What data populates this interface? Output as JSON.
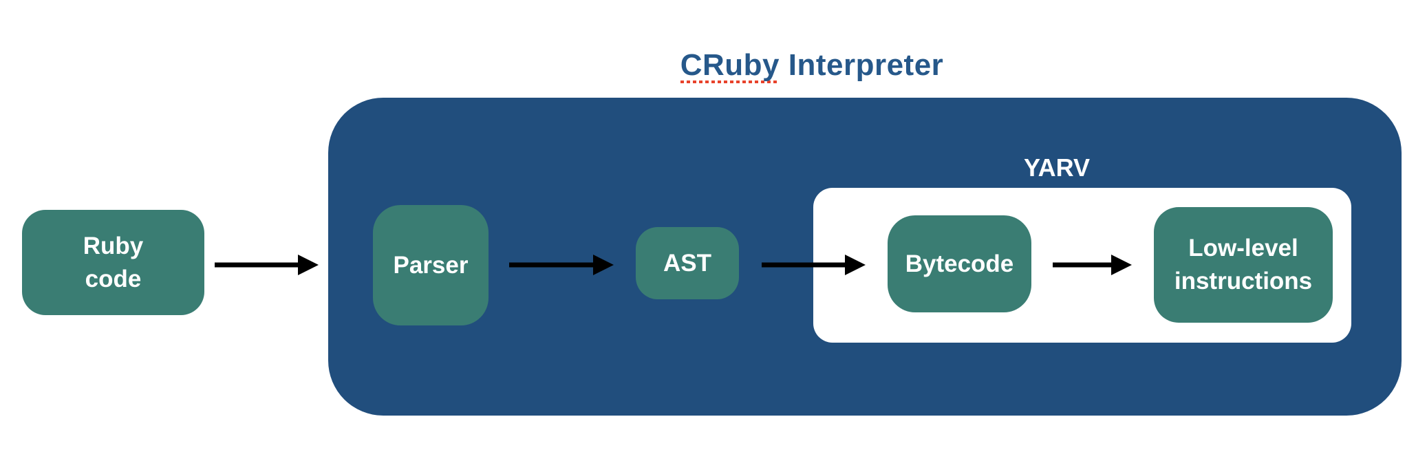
{
  "title": {
    "word_underlined": "CRuby",
    "word_rest": "Interpreter",
    "full": "CRuby Interpreter"
  },
  "containers": {
    "interpreter": {
      "label": "CRuby Interpreter",
      "color": "#214E7D"
    },
    "yarv": {
      "label": "YARV",
      "color": "#FFFFFF"
    }
  },
  "nodes": {
    "ruby_code": {
      "label": "Ruby\ncode"
    },
    "parser": {
      "label": "Parser"
    },
    "ast": {
      "label": "AST"
    },
    "bytecode": {
      "label": "Bytecode"
    },
    "low_level": {
      "label": "Low-level\ninstructions"
    }
  },
  "flow": [
    {
      "from": "Ruby code",
      "to": "Parser"
    },
    {
      "from": "Parser",
      "to": "AST"
    },
    {
      "from": "AST",
      "to": "Bytecode"
    },
    {
      "from": "Bytecode",
      "to": "Low-level instructions"
    }
  ],
  "colors": {
    "background": "#FFFFFF",
    "container_blue": "#214E7D",
    "node_teal": "#3A7D73",
    "title_blue": "#26588A",
    "spellcheck_red": "#E8432B",
    "arrow_black": "#000000",
    "node_text": "#FFFFFF"
  }
}
